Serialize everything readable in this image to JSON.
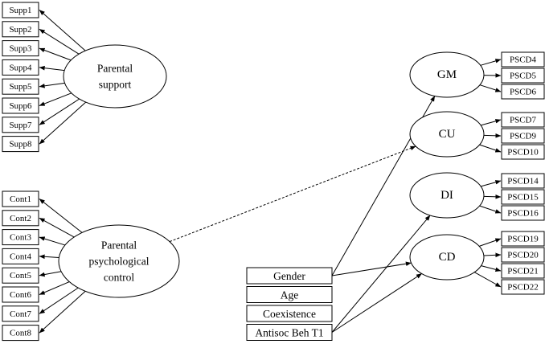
{
  "latent_left": [
    {
      "id": "support",
      "lines": [
        "Parental",
        "support"
      ]
    },
    {
      "id": "control",
      "lines": [
        "Parental",
        "psychological",
        "control"
      ]
    }
  ],
  "support_items": [
    "Supp1",
    "Supp2",
    "Supp3",
    "Supp4",
    "Supp5",
    "Supp6",
    "Supp7",
    "Supp8"
  ],
  "control_items": [
    "Cont1",
    "Cont2",
    "Cont3",
    "Cont4",
    "Cont5",
    "Cont6",
    "Cont7",
    "Cont8"
  ],
  "covariates": [
    "Gender",
    "Age",
    "Coexistence",
    "Antisoc Beh T1"
  ],
  "outcomes": [
    {
      "id": "gm",
      "label": "GM",
      "items": [
        "PSCD4",
        "PSCD5",
        "PSCD6"
      ]
    },
    {
      "id": "cu",
      "label": "CU",
      "items": [
        "PSCD7",
        "PSCD9",
        "PSCD10"
      ]
    },
    {
      "id": "di",
      "label": "DI",
      "items": [
        "PSCD14",
        "PSCD15",
        "PSCD16"
      ]
    },
    {
      "id": "cd",
      "label": "CD",
      "items": [
        "PSCD19",
        "PSCD20",
        "PSCD21",
        "PSCD22"
      ]
    }
  ],
  "paths": [
    {
      "from": "control",
      "to": "cu",
      "style": "dashed"
    },
    {
      "from": "Gender",
      "to": "gm",
      "style": "solid"
    },
    {
      "from": "Gender",
      "to": "cd",
      "style": "solid"
    },
    {
      "from": "Antisoc Beh T1",
      "to": "di",
      "style": "solid"
    },
    {
      "from": "Antisoc Beh T1",
      "to": "cd",
      "style": "solid"
    }
  ]
}
